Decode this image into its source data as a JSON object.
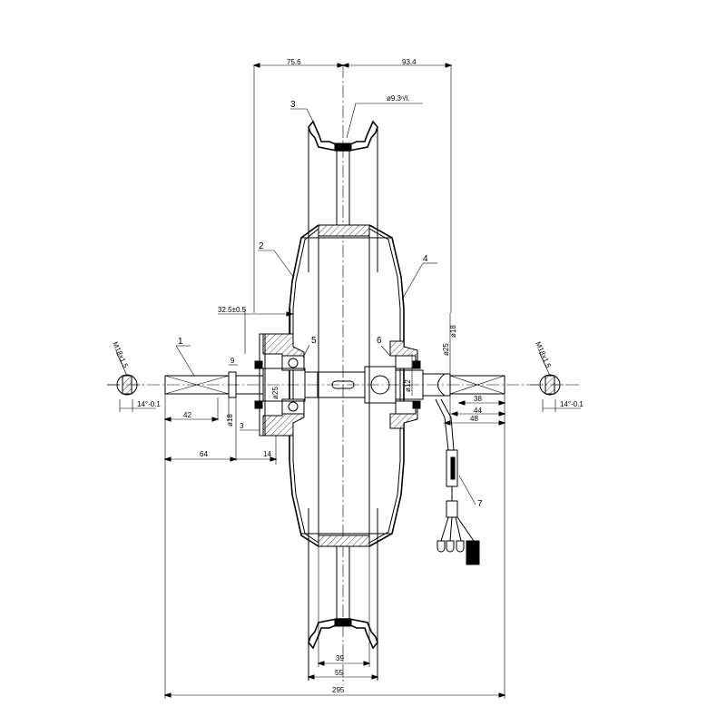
{
  "dimensions": {
    "top_left": "75.6",
    "top_right": "93.4",
    "rim_diameter": "ø9.3ⁿ/I.",
    "flange_offset": "32.5±0.5",
    "width_9": "9",
    "d18_left": "ø18",
    "d25": "ø25",
    "d25_right": "ø25",
    "d18_right": "ø18",
    "d12": "ø12",
    "len_3": "3",
    "len_42": "42",
    "len_64": "64",
    "len_14": "14",
    "len_38": "38",
    "len_44": "44",
    "len_48": "48",
    "len_39": "39",
    "len_55": "55",
    "overall": "295",
    "thread_left": "M18x1.5",
    "thread_right": "M18x1.5",
    "angle_left": "14°-0.1",
    "angle_right": "14°-0.1"
  },
  "parts": {
    "p1": "1",
    "p2": "2",
    "p3": "3",
    "p4": "4",
    "p5": "5",
    "p6": "6",
    "p7": "7"
  }
}
